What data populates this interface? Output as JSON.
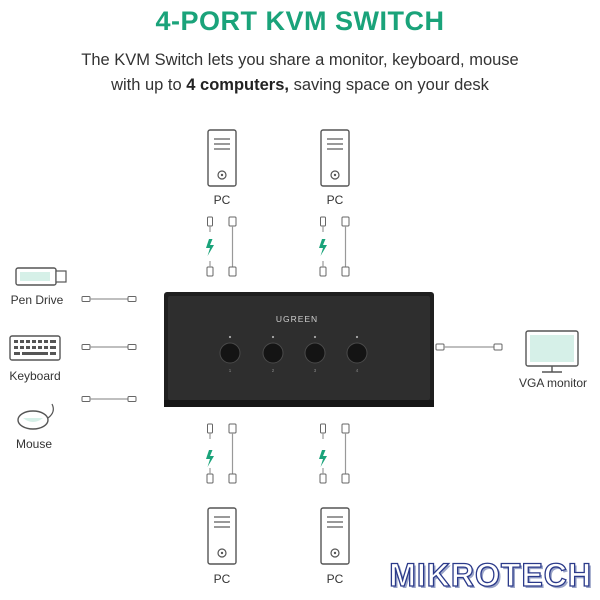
{
  "header": {
    "title": "4-PORT KVM SWITCH",
    "line1": "The KVM Switch lets you share a monitor, keyboard, mouse",
    "line2_pre": "with up to ",
    "line2_bold": "4 computers,",
    "line2_post": " saving space on your desk"
  },
  "pcs": [
    {
      "label": "PC"
    },
    {
      "label": "PC"
    },
    {
      "label": "PC"
    },
    {
      "label": "PC"
    }
  ],
  "peripherals": {
    "pen_drive": "Pen Drive",
    "keyboard": "Keyboard",
    "mouse": "Mouse"
  },
  "monitor": {
    "label": "VGA monitor"
  },
  "device": {
    "brand": "UGREEN"
  },
  "watermark": "MIKROTECH",
  "colors": {
    "accent": "#1aa37a",
    "device_body": "#2b2b2b",
    "line": "#9a9a9a"
  }
}
